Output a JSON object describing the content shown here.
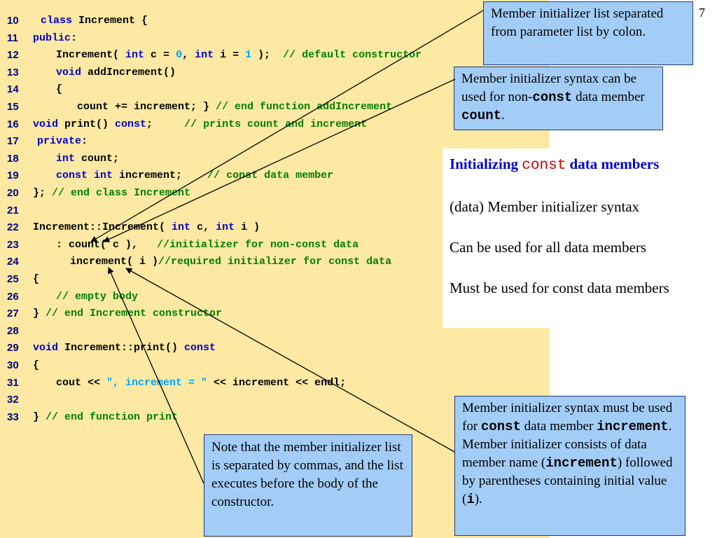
{
  "page_number": "7",
  "code_lines": [
    {
      "n": "10",
      "tokens": [
        {
          "t": "class",
          "c": "kw"
        },
        {
          "t": " Increment {",
          "c": ""
        }
      ]
    },
    {
      "n": "11",
      "tokens": [
        {
          "t": "public",
          "c": "kw"
        },
        {
          "t": ":",
          "c": ""
        }
      ]
    },
    {
      "n": "12",
      "tokens": [
        {
          "t": "Increment( ",
          "c": ""
        },
        {
          "t": "int",
          "c": "kw"
        },
        {
          "t": " c = ",
          "c": ""
        },
        {
          "t": "0",
          "c": "nm"
        },
        {
          "t": ", ",
          "c": ""
        },
        {
          "t": "int",
          "c": "kw"
        },
        {
          "t": " i = ",
          "c": ""
        },
        {
          "t": "1",
          "c": "nm"
        },
        {
          "t": " );  ",
          "c": ""
        },
        {
          "t": "// default constructor",
          "c": "cm"
        }
      ]
    },
    {
      "n": "13",
      "tokens": [
        {
          "t": "void",
          "c": "kw"
        },
        {
          "t": " addIncrement()",
          "c": ""
        }
      ]
    },
    {
      "n": "14",
      "tokens": [
        {
          "t": "{",
          "c": ""
        }
      ]
    },
    {
      "n": "15",
      "tokens": [
        {
          "t": "count += increment; } ",
          "c": ""
        },
        {
          "t": "// end function addIncrement",
          "c": "cm"
        }
      ]
    },
    {
      "n": "16",
      "tokens": [
        {
          "t": "void",
          "c": "kw"
        },
        {
          "t": " print() ",
          "c": ""
        },
        {
          "t": "const",
          "c": "kw"
        },
        {
          "t": ";     ",
          "c": ""
        },
        {
          "t": "// prints count and increment",
          "c": "cm"
        }
      ]
    },
    {
      "n": "17",
      "tokens": [
        {
          "t": "private",
          "c": "kw"
        },
        {
          "t": ":",
          "c": ""
        }
      ]
    },
    {
      "n": "18",
      "tokens": [
        {
          "t": "int",
          "c": "kw"
        },
        {
          "t": " count;",
          "c": ""
        }
      ]
    },
    {
      "n": "19",
      "tokens": [
        {
          "t": "const",
          "c": "kw"
        },
        {
          "t": " ",
          "c": ""
        },
        {
          "t": "int",
          "c": "kw"
        },
        {
          "t": " increment;    ",
          "c": ""
        },
        {
          "t": "// const data member",
          "c": "cm"
        }
      ]
    },
    {
      "n": "20",
      "tokens": [
        {
          "t": "}; ",
          "c": ""
        },
        {
          "t": "// end class Increment",
          "c": "cm"
        }
      ]
    },
    {
      "n": "21",
      "tokens": []
    },
    {
      "n": "22",
      "tokens": [
        {
          "t": "Increment::Increment( ",
          "c": ""
        },
        {
          "t": "int",
          "c": "kw"
        },
        {
          "t": " c, ",
          "c": ""
        },
        {
          "t": "int",
          "c": "kw"
        },
        {
          "t": " i )",
          "c": ""
        }
      ]
    },
    {
      "n": "23",
      "tokens": [
        {
          "t": ": count( c ),   ",
          "c": ""
        },
        {
          "t": "//initializer for non-const data",
          "c": "cm"
        }
      ]
    },
    {
      "n": "24",
      "tokens": [
        {
          "t": "increment( i )",
          "c": ""
        },
        {
          "t": "//required initializer for const data",
          "c": "cm"
        }
      ]
    },
    {
      "n": "25",
      "tokens": [
        {
          "t": "{",
          "c": ""
        }
      ]
    },
    {
      "n": "26",
      "tokens": [
        {
          "t": "// empty body",
          "c": "cm"
        }
      ]
    },
    {
      "n": "27",
      "tokens": [
        {
          "t": "} ",
          "c": ""
        },
        {
          "t": "// end Increment constructor",
          "c": "cm"
        }
      ]
    },
    {
      "n": "28",
      "tokens": []
    },
    {
      "n": "29",
      "tokens": [
        {
          "t": "void",
          "c": "kw"
        },
        {
          "t": " Increment::print() ",
          "c": ""
        },
        {
          "t": "const",
          "c": "kw"
        }
      ]
    },
    {
      "n": "30",
      "tokens": [
        {
          "t": "{",
          "c": ""
        }
      ]
    },
    {
      "n": "31",
      "tokens": [
        {
          "t": "cout << ",
          "c": ""
        },
        {
          "t": "\", increment = \"",
          "c": "str"
        },
        {
          "t": " << increment << endl;",
          "c": ""
        }
      ]
    },
    {
      "n": "32",
      "tokens": []
    },
    {
      "n": "33",
      "tokens": [
        {
          "t": "} ",
          "c": ""
        },
        {
          "t": "// end function print",
          "c": "cm"
        }
      ]
    }
  ],
  "callouts": {
    "colon": {
      "text": "Member initializer list separated from parameter list by colon."
    },
    "nonconst": {
      "pre": "Member initializer syntax can be used for non-",
      "code1": "const",
      "mid": " data member ",
      "code2": "count",
      "post": "."
    },
    "must": {
      "l1": "Member initializer syntax must be used for ",
      "c1": "const",
      "l2": " data member ",
      "c2": "increment",
      "l3": ". Member initializer consists of data member name (",
      "c3": "increment",
      "l4": ") followed by parentheses containing initial value (",
      "c4": "i",
      "l5": ")."
    },
    "commas": {
      "text": "Note that the member initializer list is separated by commas, and the list executes before the body of the constructor."
    }
  },
  "summary": {
    "title_pre": "Initializing ",
    "title_code": "const",
    "title_post": " data members",
    "points": [
      "(data) Member initializer syntax",
      "Can be used for all data members",
      "Must be used for const data members"
    ]
  },
  "colors": {
    "code_background": "#fde9a3",
    "callout_background": "#a3cdf7",
    "keyword": "#0000cc",
    "comment": "#008000",
    "number": "#00a3ff",
    "title": "#0000cc",
    "const_red": "#cc0000"
  }
}
